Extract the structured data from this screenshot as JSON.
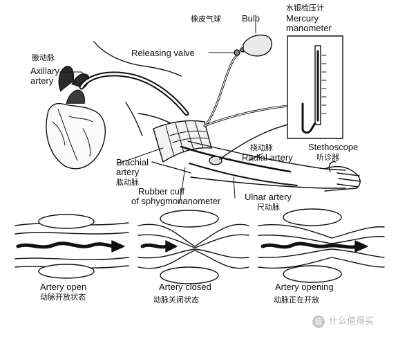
{
  "labels": {
    "bulb_zh": "橡皮气球",
    "bulb_en": "Bulb",
    "mercury_zh": "水银检压计",
    "mercury_en_line1": "Mercury",
    "mercury_en_line2": "manometer",
    "releasing_valve": "Releasing valve",
    "axillary_zh": "腋动脉",
    "axillary_en_line1": "Axillary",
    "axillary_en_line2": "artery",
    "brachial_en_line1": "Brachial",
    "brachial_en_line2": "artery",
    "brachial_zh": "肱动脉",
    "radial_zh": "桡动脉",
    "radial_en": "Radial artery",
    "stethoscope_en": "Stethoscope",
    "stethoscope_zh": "听诊器",
    "cuff_line1": "Rubber cuff",
    "cuff_line2": "of sphygmonanometer",
    "ulnar_en": "Ulnar artery",
    "ulnar_zh": "尺动脉"
  },
  "panels": [
    {
      "state_en": "Artery open",
      "state_zh": "动脉开放状态"
    },
    {
      "state_en": "Artery closed",
      "state_zh": "动脉关闭状态"
    },
    {
      "state_en": "Artery opening",
      "state_zh": "动脉正在开放"
    }
  ],
  "watermark": {
    "badge": "值",
    "text": "什么值得买"
  }
}
